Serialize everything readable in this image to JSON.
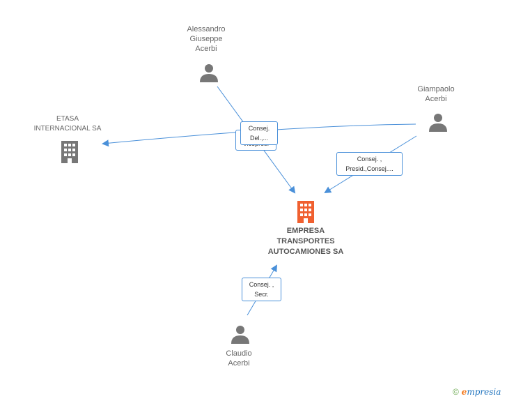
{
  "nodes": {
    "alessandro": {
      "lines": [
        "Alessandro",
        "Giuseppe",
        "Acerbi"
      ]
    },
    "giampaolo": {
      "lines": [
        "Giampaolo",
        "Acerbi"
      ]
    },
    "claudio": {
      "lines": [
        "Claudio",
        "Acerbi"
      ]
    },
    "etasa": {
      "lines": [
        "ETASA",
        "INTERNACIONAL SA"
      ]
    },
    "empresa": {
      "lines": [
        "EMPRESA",
        "TRANSPORTES",
        "AUTOCAMIONES SA"
      ]
    }
  },
  "edge_labels": {
    "etasa_back": [
      "Vicepres."
    ],
    "alessandro_empresa": [
      "Consej.",
      "Del.,..."
    ],
    "giampaolo_empresa": [
      "Consej. ,",
      "Presid.,Consej...."
    ],
    "claudio_empresa": [
      "Consej. ,",
      "Secr."
    ]
  },
  "colors": {
    "person": "#777777",
    "company": "#777777",
    "main_company": "#f06030",
    "edge": "#4a90d9"
  },
  "brand": {
    "symbol": "©",
    "name": "mpresia",
    "initial": "e"
  }
}
